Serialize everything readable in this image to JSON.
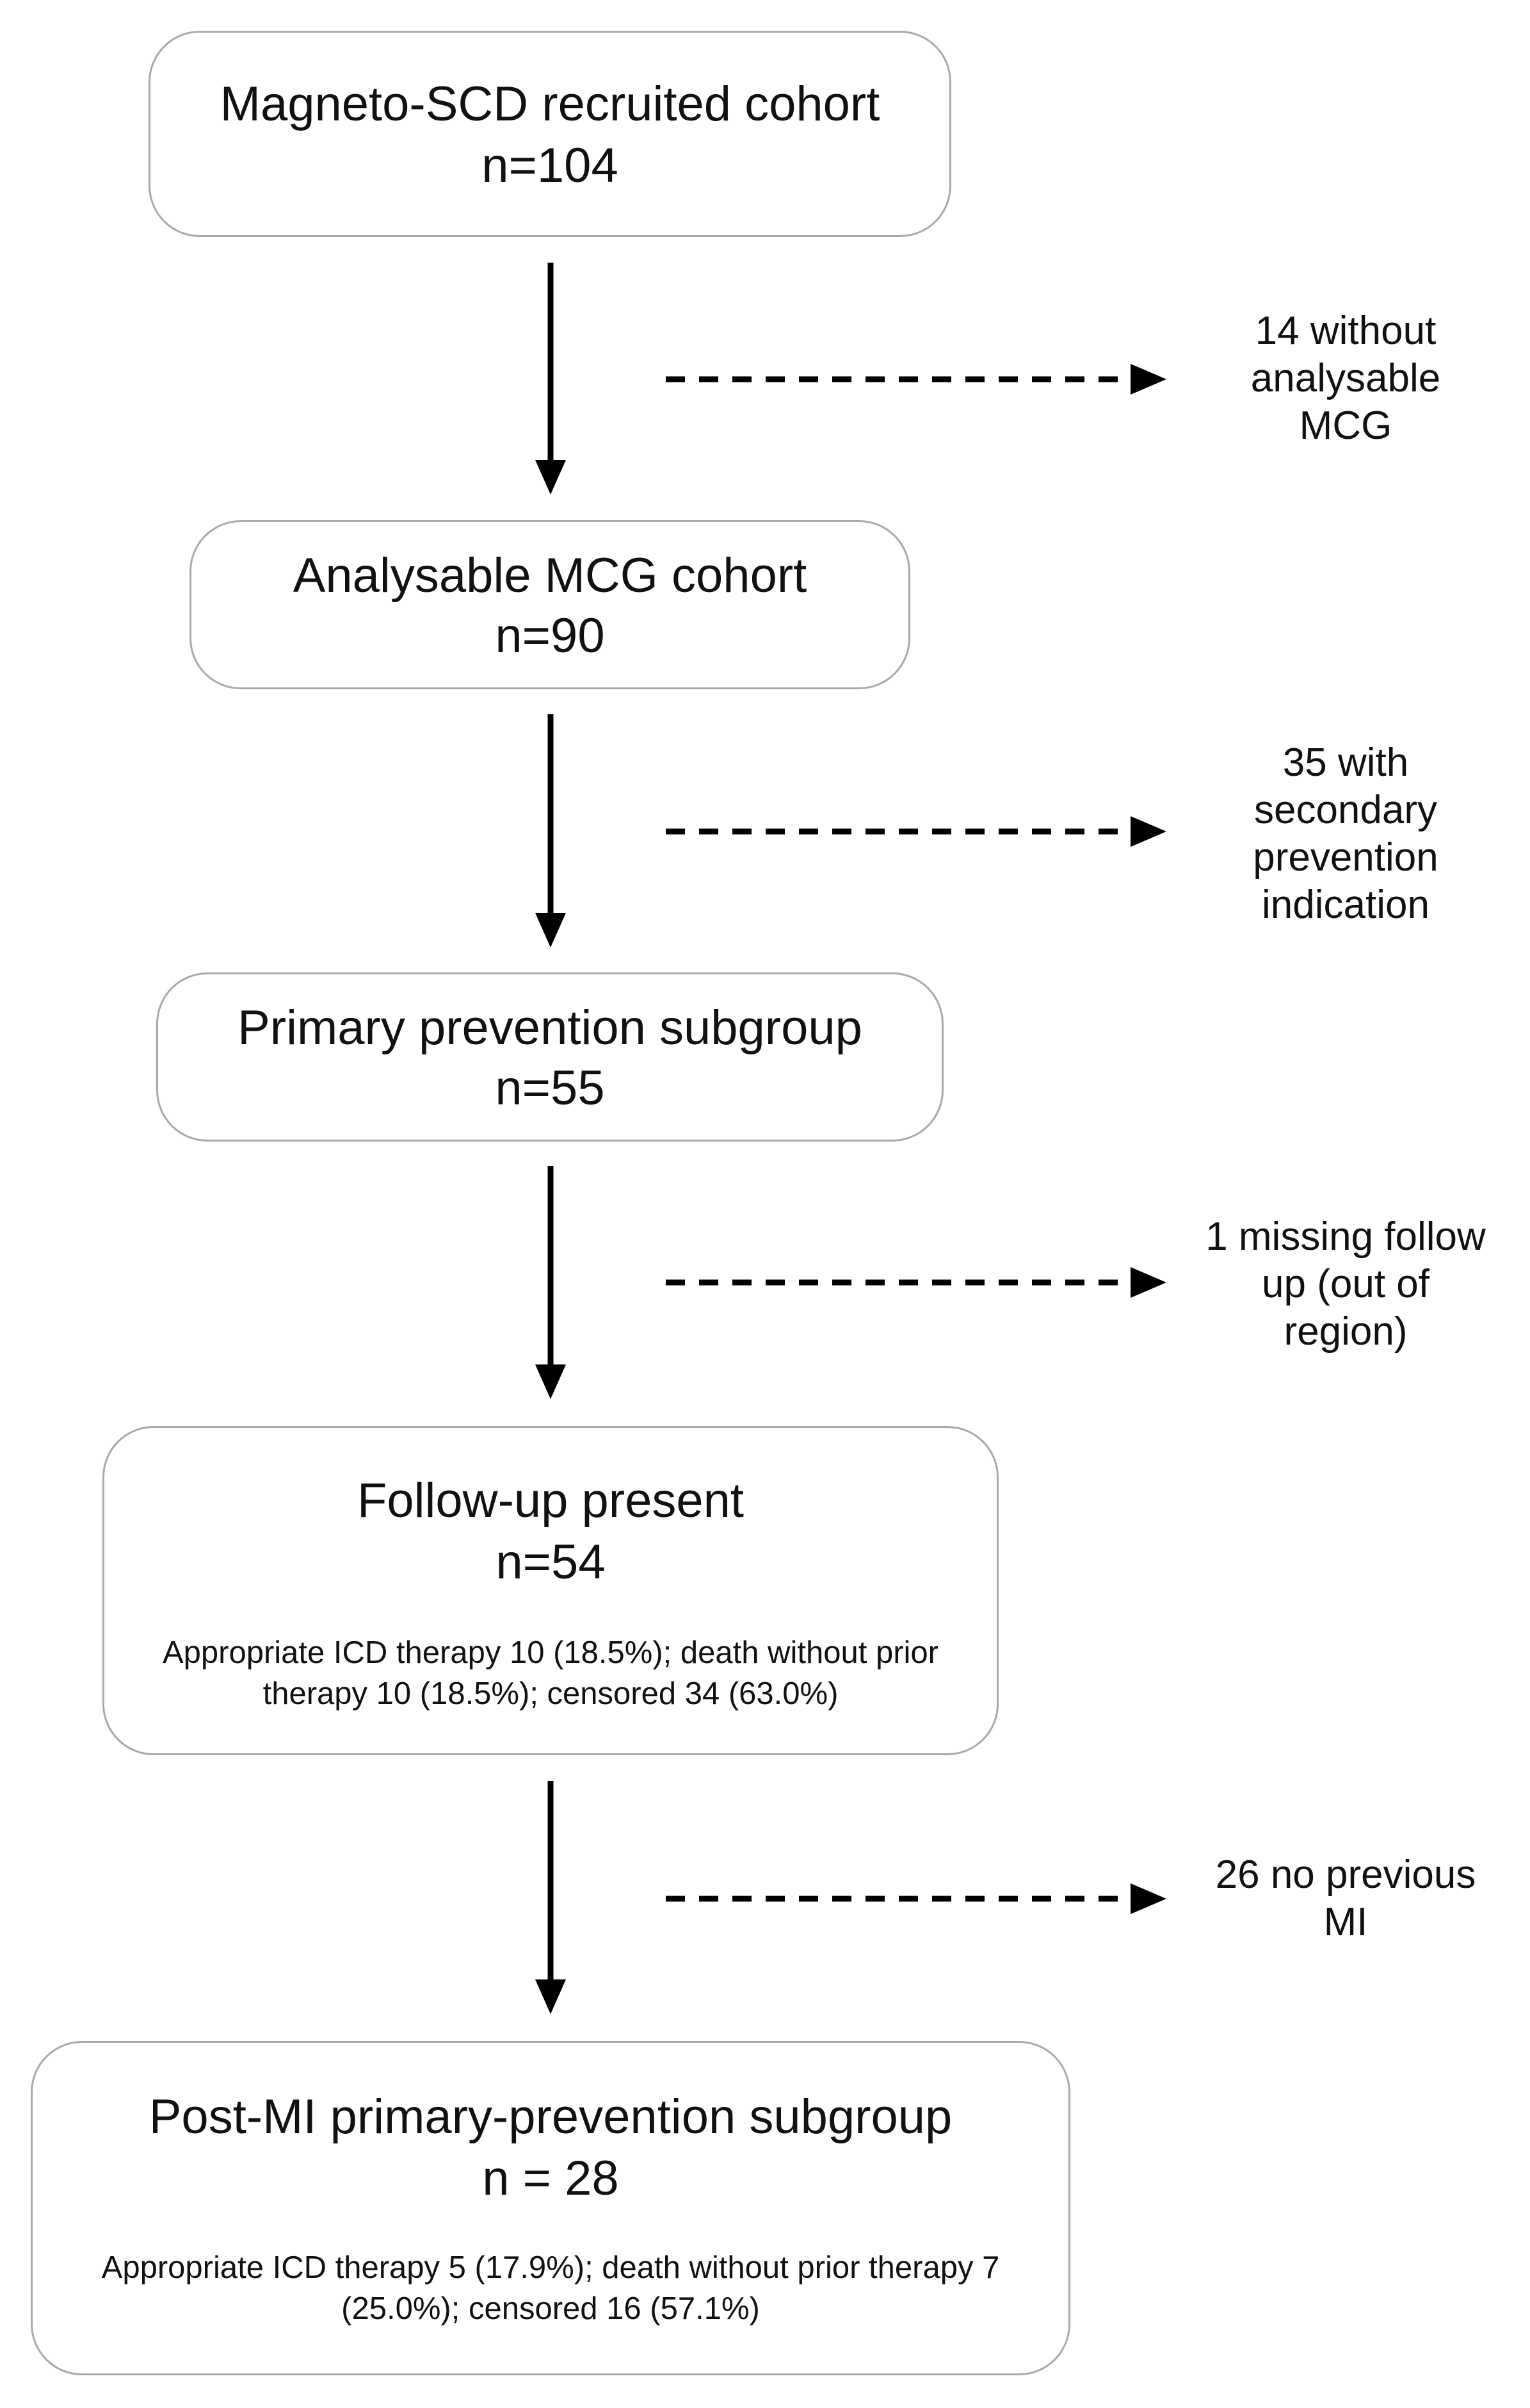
{
  "boxes": [
    {
      "title": "Magneto-SCD recruited cohort",
      "count": "n=104"
    },
    {
      "title": "Analysable MCG cohort",
      "count": "n=90"
    },
    {
      "title": "Primary prevention subgroup",
      "count": "n=55"
    },
    {
      "title": "Follow-up present",
      "count": "n=54",
      "detail_lines": [
        "Appropriate ICD therapy 10 (18.5%); death without prior",
        "therapy 10 (18.5%); censored 34 (63.0%)"
      ]
    },
    {
      "title": "Post-MI primary-prevention subgroup",
      "count": "n = 28",
      "detail_lines": [
        "Appropriate ICD therapy 5 (17.9%); death without prior therapy 7",
        "(25.0%); censored 16 (57.1%)"
      ]
    }
  ],
  "exclusions": [
    {
      "lines": [
        "14 without",
        "analysable",
        "MCG"
      ]
    },
    {
      "lines": [
        "35 with",
        "secondary",
        "prevention",
        "indication"
      ]
    },
    {
      "lines": [
        "1 missing follow",
        "up (out of",
        "region)"
      ]
    },
    {
      "lines": [
        "26 no previous",
        "MI"
      ]
    }
  ],
  "colors": {
    "box_border": "#a9a9a9",
    "arrow": "#000000",
    "text": "#111111"
  }
}
